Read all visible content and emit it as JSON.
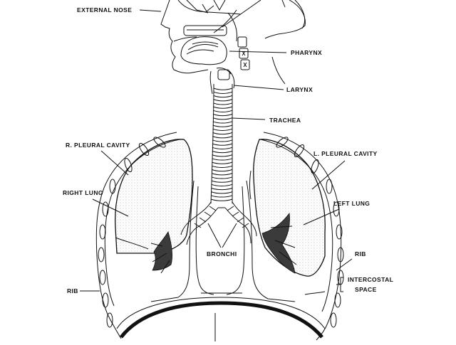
{
  "diagram": {
    "labels": {
      "external_nose": "EXTERNAL NOSE",
      "pharynx": "PHARYNX",
      "larynx": "LARYNX",
      "trachea": "TRACHEA",
      "r_pleural_cavity": "R. PLEURAL CAVITY",
      "l_pleural_cavity": "L. PLEURAL CAVITY",
      "right_lung": "RIGHT LUNG",
      "left_lung": "LEFT LUNG",
      "bronchi": "BRONCHI",
      "rib_left": "RIB",
      "rib_right": "RIB",
      "intercostal_1": "INTERCOSTAL",
      "intercostal_2": "SPACE"
    },
    "colors": {
      "ink": "#111111",
      "paper": "#ffffff",
      "stipple": "#bdbdbd"
    }
  }
}
